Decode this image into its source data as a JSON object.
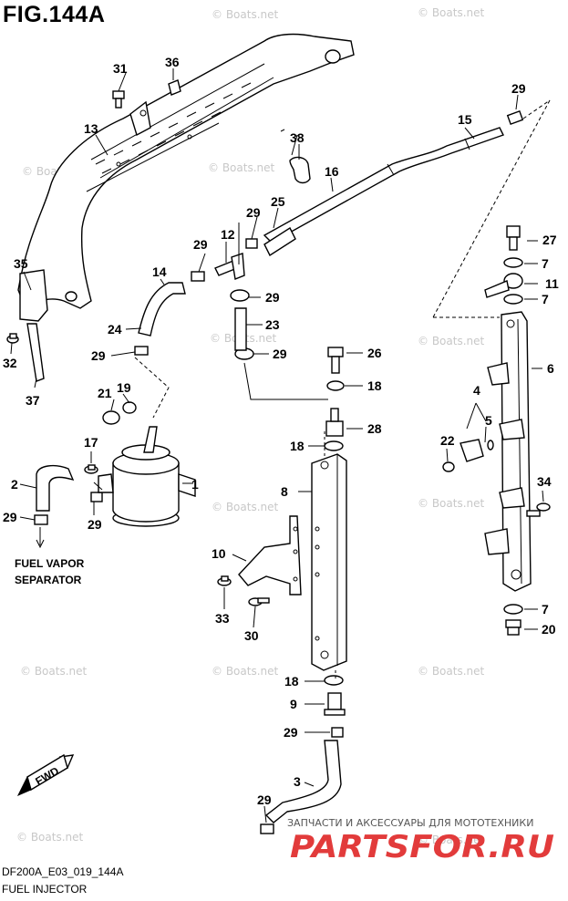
{
  "figure": {
    "title": "FIG.144A",
    "code": "DF200A_E03_019_144A",
    "caption": "FUEL INJECTOR"
  },
  "callouts": [
    "1",
    "2",
    "3",
    "4",
    "5",
    "6",
    "7",
    "8",
    "9",
    "10",
    "11",
    "12",
    "13",
    "14",
    "15",
    "16",
    "17",
    "18",
    "19",
    "20",
    "21",
    "22",
    "23",
    "24",
    "25",
    "26",
    "27",
    "28",
    "29",
    "30",
    "31",
    "32",
    "33",
    "34",
    "35",
    "36",
    "37",
    "38"
  ],
  "note": {
    "line1": "FUEL VAPOR",
    "line2": "SEPARATOR"
  },
  "fwd_label": "FWD",
  "watermark": "© Boats.net",
  "seller": {
    "tagline": "ЗАПЧАСТИ И АКСЕССУАРЫ ДЛЯ МОТОТЕХНИКИ",
    "brand": "PARTSFOR.RU"
  }
}
